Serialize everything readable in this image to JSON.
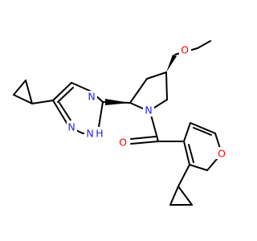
{
  "molecule": {
    "colors": {
      "bond": "#000000",
      "nitrogen": "#2020ff",
      "oxygen": "#ff0000",
      "background": "#ffffff"
    },
    "atom_labels": {
      "n_triazole_top": "N",
      "n_triazole_left": "N",
      "nh_triazole": "N",
      "nh_h": "H",
      "n_pyrrolidine": "N",
      "o_methoxy": "O",
      "o_carbonyl": "O",
      "o_furan": "O"
    }
  }
}
